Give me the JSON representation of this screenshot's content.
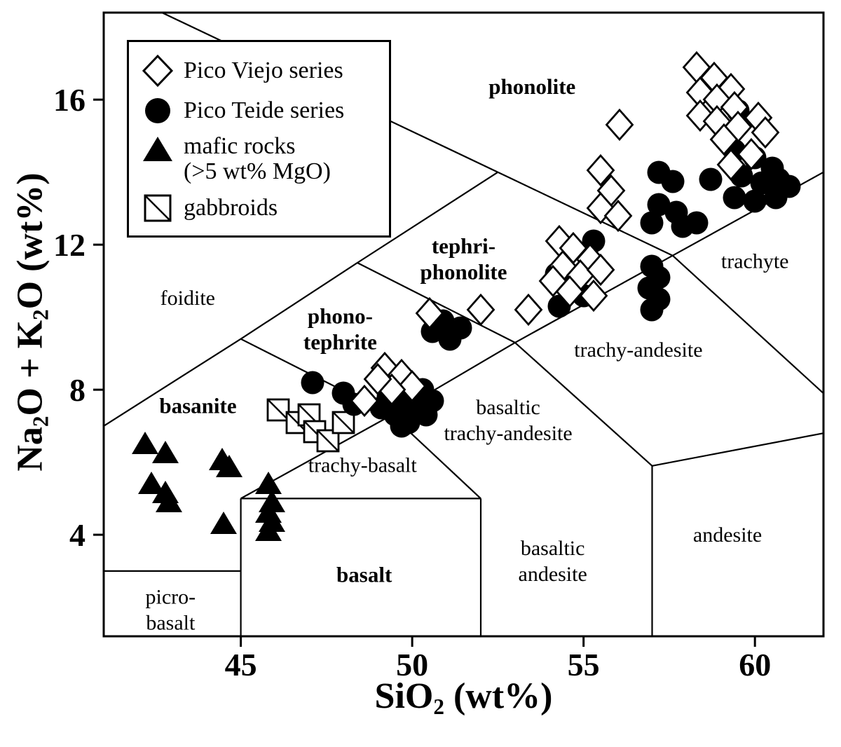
{
  "figure": {
    "background": "#ffffff",
    "ink": "#000000"
  },
  "axes": {
    "x_title": "SiO2 (wt%)",
    "y_title": "Na2O + K2O (wt%)",
    "x_title_parts": [
      [
        "t",
        "SiO"
      ],
      [
        "s",
        "2"
      ],
      [
        "t",
        " (wt%)"
      ]
    ],
    "y_title_parts": [
      [
        "t",
        "Na"
      ],
      [
        "s",
        "2"
      ],
      [
        "t",
        "O + K"
      ],
      [
        "s",
        "2"
      ],
      [
        "t",
        "O (wt%)"
      ]
    ]
  },
  "legend": {
    "items": [
      {
        "label": "Pico Viejo series",
        "marker": "open-diamond"
      },
      {
        "label": "Pico Teide series",
        "marker": "filled-circle"
      },
      {
        "label": "mafic rocks",
        "label2": "(>5 wt% MgO)",
        "marker": "filled-triangle"
      },
      {
        "label": "gabbroids",
        "marker": "square-diagonal"
      }
    ]
  },
  "chart_data": {
    "type": "scatter",
    "title": "",
    "xlabel": "SiO2 (wt%)",
    "ylabel": "Na2O + K2O (wt%)",
    "xlim": [
      41,
      62
    ],
    "ylim": [
      1.2,
      18.4
    ],
    "x_ticks": [
      45,
      50,
      55,
      60
    ],
    "y_ticks": [
      4,
      8,
      12,
      16
    ],
    "grid": false,
    "legend_position": "top-left",
    "series": [
      {
        "name": "Pico Viejo series",
        "marker": "open-diamond",
        "points": [
          [
            58.3,
            16.9
          ],
          [
            58.8,
            16.6
          ],
          [
            59.3,
            16.3
          ],
          [
            58.4,
            16.2
          ],
          [
            58.9,
            16.0
          ],
          [
            59.4,
            15.8
          ],
          [
            58.4,
            15.55
          ],
          [
            58.9,
            15.4
          ],
          [
            59.5,
            15.25
          ],
          [
            60.1,
            15.5
          ],
          [
            60.3,
            15.1
          ],
          [
            59.1,
            14.9
          ],
          [
            59.9,
            14.5
          ],
          [
            59.3,
            14.2
          ],
          [
            56.05,
            15.3
          ],
          [
            55.5,
            14.05
          ],
          [
            55.8,
            13.5
          ],
          [
            55.5,
            13.0
          ],
          [
            56.0,
            12.8
          ],
          [
            54.3,
            12.1
          ],
          [
            54.7,
            11.9
          ],
          [
            55.2,
            11.6
          ],
          [
            54.4,
            11.4
          ],
          [
            54.9,
            11.15
          ],
          [
            55.5,
            11.3
          ],
          [
            54.1,
            11.0
          ],
          [
            54.6,
            10.7
          ],
          [
            55.3,
            10.6
          ],
          [
            53.4,
            10.2
          ],
          [
            52.0,
            10.2
          ],
          [
            50.5,
            10.1
          ],
          [
            49.2,
            8.6
          ],
          [
            49.7,
            8.4
          ],
          [
            50.0,
            8.1
          ],
          [
            49.4,
            8.0
          ],
          [
            49.0,
            8.3
          ],
          [
            48.6,
            7.7
          ]
        ]
      },
      {
        "name": "Pico Teide series",
        "marker": "filled-circle",
        "points": [
          [
            59.5,
            15.7
          ],
          [
            59.4,
            14.6
          ],
          [
            60.0,
            14.4
          ],
          [
            60.5,
            14.1
          ],
          [
            59.6,
            13.9
          ],
          [
            60.2,
            13.7
          ],
          [
            60.7,
            13.8
          ],
          [
            59.4,
            13.3
          ],
          [
            60.0,
            13.2
          ],
          [
            60.6,
            13.3
          ],
          [
            61.0,
            13.6
          ],
          [
            58.7,
            13.8
          ],
          [
            57.2,
            14.0
          ],
          [
            57.6,
            13.75
          ],
          [
            57.2,
            13.1
          ],
          [
            57.7,
            12.9
          ],
          [
            57.0,
            12.6
          ],
          [
            57.9,
            12.5
          ],
          [
            58.3,
            12.6
          ],
          [
            57.0,
            11.4
          ],
          [
            57.2,
            11.1
          ],
          [
            56.9,
            10.8
          ],
          [
            57.2,
            10.5
          ],
          [
            57.0,
            10.2
          ],
          [
            55.3,
            12.1
          ],
          [
            54.2,
            11.2
          ],
          [
            54.6,
            10.9
          ],
          [
            55.0,
            10.6
          ],
          [
            54.3,
            10.3
          ],
          [
            50.9,
            9.9
          ],
          [
            51.4,
            9.7
          ],
          [
            51.1,
            9.4
          ],
          [
            50.6,
            9.6
          ],
          [
            49.4,
            8.2
          ],
          [
            49.9,
            8.1
          ],
          [
            50.3,
            8.0
          ],
          [
            49.3,
            7.8
          ],
          [
            49.7,
            7.6
          ],
          [
            50.2,
            7.5
          ],
          [
            49.5,
            7.3
          ],
          [
            49.9,
            7.1
          ],
          [
            50.4,
            7.3
          ],
          [
            49.1,
            7.5
          ],
          [
            49.7,
            7.0
          ],
          [
            50.6,
            7.7
          ],
          [
            47.1,
            8.2
          ],
          [
            48.0,
            7.9
          ],
          [
            48.3,
            7.6
          ]
        ]
      },
      {
        "name": "mafic rocks (>5 wt% MgO)",
        "marker": "filled-triangle",
        "points": [
          [
            42.2,
            6.5
          ],
          [
            42.8,
            6.25
          ],
          [
            42.4,
            5.4
          ],
          [
            42.8,
            5.15
          ],
          [
            42.9,
            4.9
          ],
          [
            44.45,
            6.05
          ],
          [
            44.65,
            5.85
          ],
          [
            44.5,
            4.3
          ],
          [
            45.8,
            5.4
          ],
          [
            45.9,
            4.9
          ],
          [
            45.8,
            4.6
          ],
          [
            45.9,
            4.35
          ],
          [
            45.8,
            4.1
          ]
        ]
      },
      {
        "name": "gabbroids",
        "marker": "square-diagonal",
        "points": [
          [
            46.1,
            7.45
          ],
          [
            46.65,
            7.1
          ],
          [
            47.0,
            7.3
          ],
          [
            47.15,
            6.85
          ],
          [
            47.55,
            6.6
          ],
          [
            48.0,
            7.1
          ]
        ]
      }
    ],
    "field_boundaries": [
      [
        [
          41,
          3
        ],
        [
          45,
          3
        ]
      ],
      [
        [
          45,
          1.2
        ],
        [
          45,
          5
        ]
      ],
      [
        [
          45,
          5
        ],
        [
          52,
          5
        ]
      ],
      [
        [
          52,
          1.2
        ],
        [
          52,
          5
        ]
      ],
      [
        [
          57,
          1.2
        ],
        [
          57,
          5.9
        ]
      ],
      [
        [
          45,
          5
        ],
        [
          49.4,
          7.3
        ],
        [
          53,
          9.3
        ],
        [
          57.6,
          11.7
        ],
        [
          62,
          14.0
        ]
      ],
      [
        [
          49.4,
          7.3
        ],
        [
          52,
          5
        ]
      ],
      [
        [
          53,
          9.3
        ],
        [
          57,
          5.9
        ]
      ],
      [
        [
          57.6,
          11.7
        ],
        [
          62,
          7.9
        ]
      ],
      [
        [
          57,
          5.9
        ],
        [
          62,
          6.8
        ]
      ],
      [
        [
          41,
          7
        ],
        [
          45,
          9.4
        ],
        [
          48.4,
          11.5
        ],
        [
          52.5,
          14
        ]
      ],
      [
        [
          45,
          9.4
        ],
        [
          49.4,
          7.3
        ]
      ],
      [
        [
          48.4,
          11.5
        ],
        [
          53,
          9.3
        ]
      ],
      [
        [
          52.5,
          14
        ],
        [
          57.6,
          11.7
        ]
      ],
      [
        [
          52.5,
          14
        ],
        [
          42.7,
          18.4
        ]
      ]
    ],
    "field_labels": [
      {
        "lines": [
          "phonolite"
        ],
        "x": 53.5,
        "y": 16.35,
        "bold": true
      },
      {
        "lines": [
          "tephri-",
          "phonolite"
        ],
        "x": 51.5,
        "y": 11.6,
        "bold": true
      },
      {
        "lines": [
          "phono-",
          "tephrite"
        ],
        "x": 47.9,
        "y": 9.66,
        "bold": true
      },
      {
        "lines": [
          "basanite"
        ],
        "x": 43.75,
        "y": 7.55,
        "bold": true
      },
      {
        "lines": [
          "foidite"
        ],
        "x": 43.45,
        "y": 10.53,
        "bold": false
      },
      {
        "lines": [
          "trachyte"
        ],
        "x": 60.0,
        "y": 11.55,
        "bold": false
      },
      {
        "lines": [
          "trachy-andesite"
        ],
        "x": 56.6,
        "y": 9.1,
        "bold": false
      },
      {
        "lines": [
          "basaltic",
          "trachy-andesite"
        ],
        "x": 52.8,
        "y": 7.16,
        "bold": false
      },
      {
        "lines": [
          "trachy-basalt"
        ],
        "x": 48.55,
        "y": 5.93,
        "bold": false
      },
      {
        "lines": [
          "basalt"
        ],
        "x": 48.6,
        "y": 2.89,
        "bold": true
      },
      {
        "lines": [
          "basaltic",
          "andesite"
        ],
        "x": 54.1,
        "y": 3.28,
        "bold": false
      },
      {
        "lines": [
          "andesite"
        ],
        "x": 59.2,
        "y": 4.0,
        "bold": false
      },
      {
        "lines": [
          "picro-",
          "basalt"
        ],
        "x": 42.95,
        "y": 1.93,
        "bold": false
      }
    ]
  }
}
